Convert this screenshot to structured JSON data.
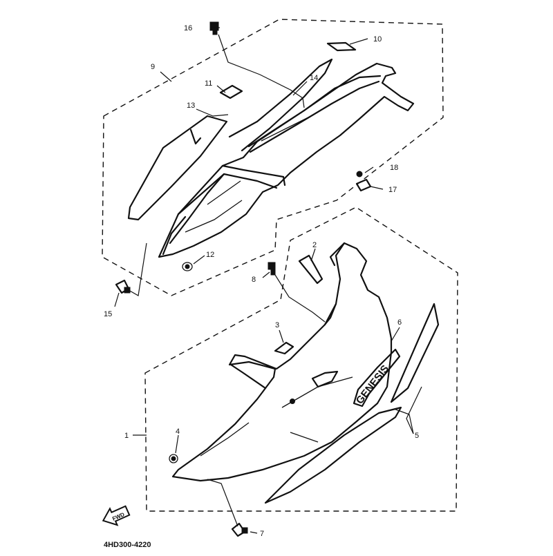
{
  "diagram": {
    "code": "4HD300-4220",
    "find_badge": "FWD",
    "emblem_text": "GENESIS",
    "callouts": [
      "1",
      "2",
      "3",
      "4",
      "5",
      "6",
      "7",
      "8",
      "9",
      "10",
      "11",
      "12",
      "13",
      "14",
      "15",
      "16",
      "17",
      "18"
    ]
  }
}
